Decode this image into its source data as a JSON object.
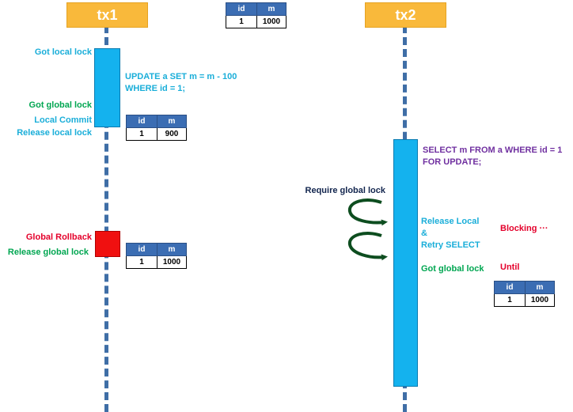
{
  "headers": {
    "tx1": "tx1",
    "tx2": "tx2"
  },
  "tables": {
    "top": {
      "cols": [
        "id",
        "m"
      ],
      "row": [
        "1",
        "1000"
      ]
    },
    "tx1_commit": {
      "cols": [
        "id",
        "m"
      ],
      "row": [
        "1",
        "900"
      ]
    },
    "tx1_rollback": {
      "cols": [
        "id",
        "m"
      ],
      "row": [
        "1",
        "1000"
      ]
    },
    "tx2_until": {
      "cols": [
        "id",
        "m"
      ],
      "row": [
        "1",
        "1000"
      ]
    }
  },
  "tx1": {
    "got_local_lock": "Got local lock",
    "update_line1": "UPDATE a SET m = m - 100",
    "update_line2": "WHERE id = 1;",
    "got_global_lock": "Got global lock",
    "local_commit": "Local Commit",
    "release_local_lock": "Release local lock",
    "global_rollback": "Global Rollback",
    "release_global_lock": "Release global lock"
  },
  "tx2": {
    "select_line1": "SELECT m FROM a WHERE id = 1",
    "select_line2": "FOR UPDATE;",
    "require_global_lock": "Require global lock",
    "release_local": "Release Local",
    "ampersand": "&",
    "retry_select": "Retry SELECT",
    "got_global_lock": "Got global lock",
    "blocking": "Blocking ···",
    "until": "Until"
  },
  "colors": {
    "header": "#f9b93b",
    "lifeline": "#3f6ea6",
    "activation": "#14b2ee",
    "rollback": "#f01010",
    "cyan_text": "#1aaed9",
    "green_text": "#00a651",
    "red_text": "#e4002b",
    "purple_text": "#7030a0",
    "arrow": "#0d4d1f"
  }
}
